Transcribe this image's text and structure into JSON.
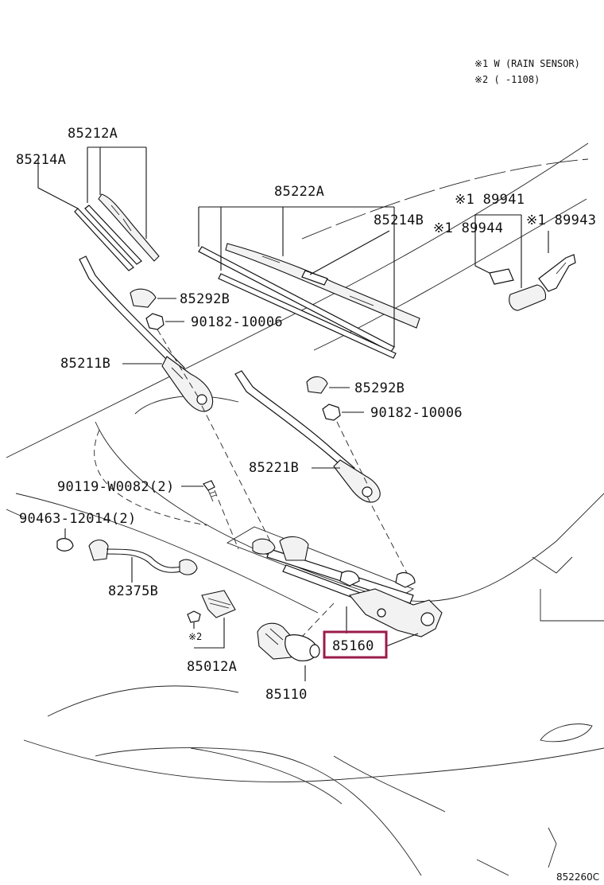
{
  "notes": {
    "note1": "※1 W (RAIN SENSOR)",
    "note2": "※2 (       -1108)"
  },
  "labels": {
    "p85212A": "85212A",
    "p85214A": "85214A",
    "p85222A": "85222A",
    "p85214B": "85214B",
    "p89941": "※1 89941",
    "p89944": "※1 89944",
    "p89943": "※1 89943",
    "p85292B_1": "85292B",
    "p90182_1": "90182-10006",
    "p85211B": "85211B",
    "p85292B_2": "85292B",
    "p90182_2": "90182-10006",
    "p85221B": "85221B",
    "p90119": "90119-W0082(2)",
    "p90463": "90463-12014(2)",
    "p82375B": "82375B",
    "note2_mark": "※2",
    "p85012A": "85012A",
    "p85160": "85160",
    "p85110": "85110"
  },
  "highlight": {
    "part": "85160",
    "color": "#9b1b4a"
  },
  "diagram_code": "852260C"
}
